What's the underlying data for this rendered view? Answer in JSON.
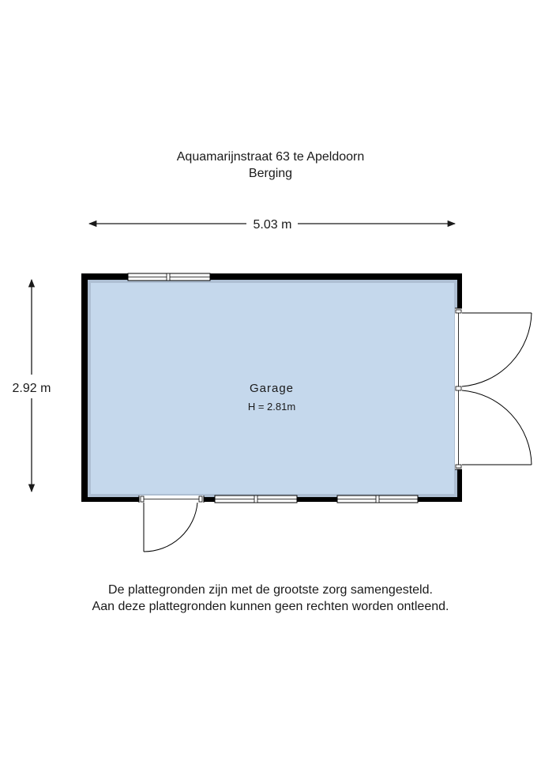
{
  "header": {
    "address": "Aquamarijnstraat 63 te Apeldoorn",
    "subtitle": "Berging"
  },
  "dimensions": {
    "width_label": "5.03 m",
    "height_label": "2.92 m"
  },
  "room": {
    "name": "Garage",
    "height": "H = 2.81m",
    "floor_color": "#c5d8ec",
    "wall_color": "#000000"
  },
  "footer": {
    "line1": "De plattegronden zijn met de grootste zorg samengesteld.",
    "line2": "Aan deze plattegronden kunnen geen rechten worden ontleend."
  }
}
